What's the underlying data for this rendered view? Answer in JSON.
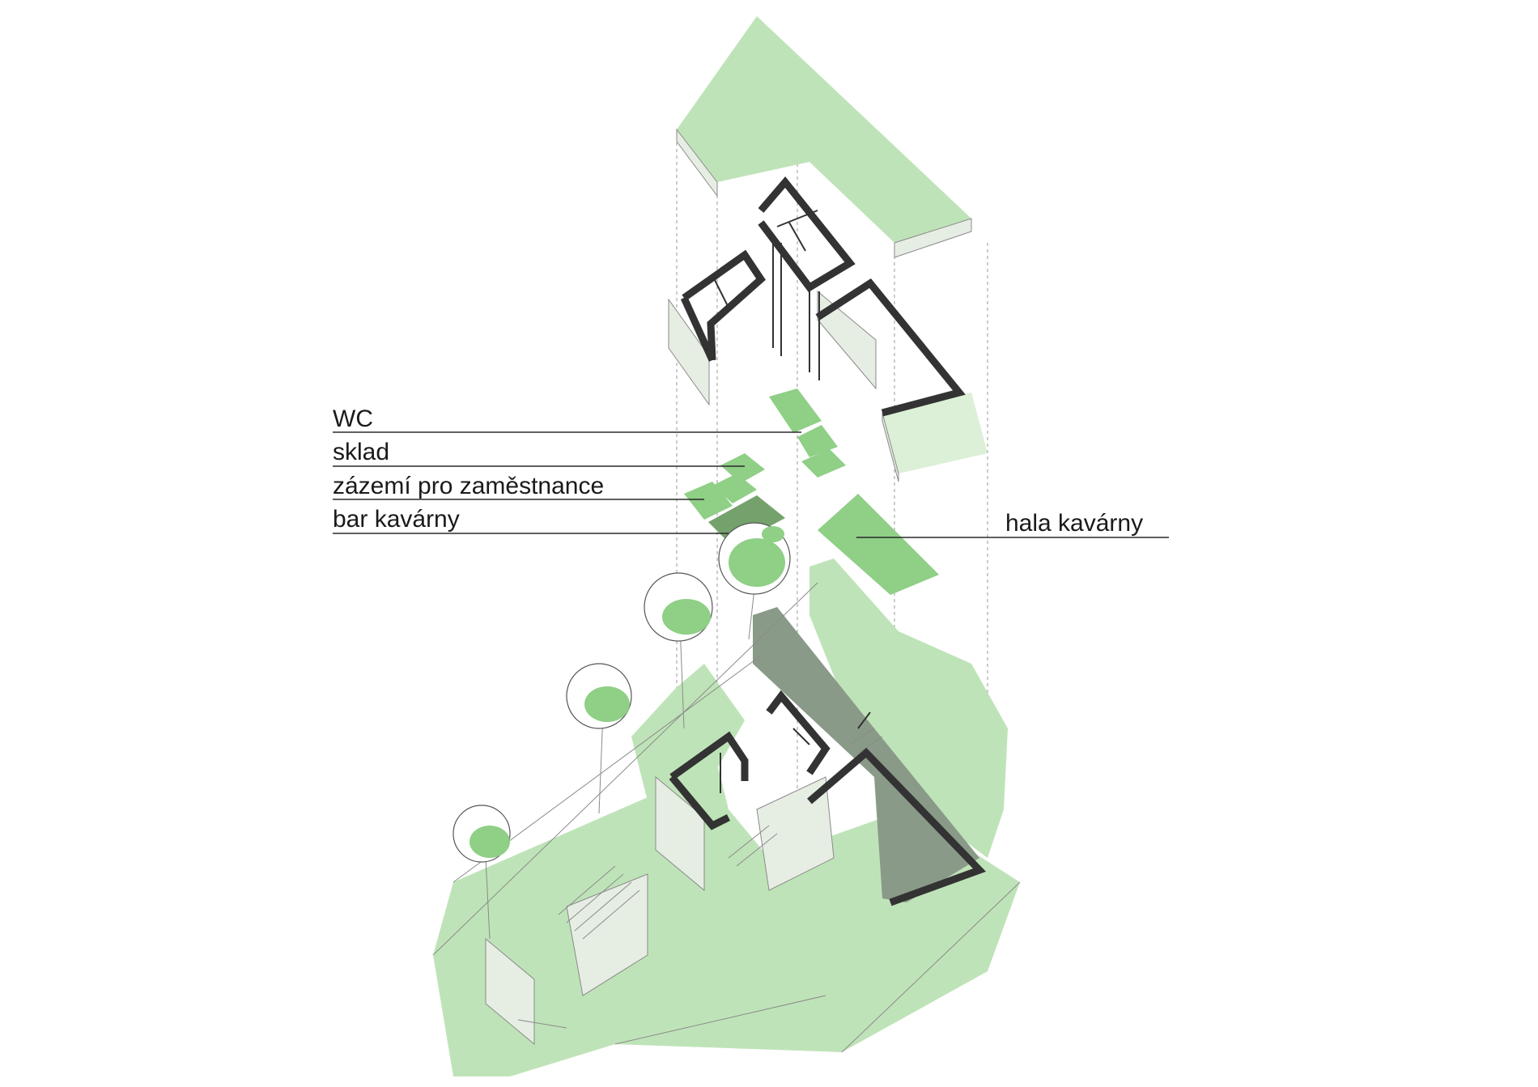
{
  "labels": {
    "wc": "WC",
    "sklad": "sklad",
    "zazemi": "zázemí pro zaměstnance",
    "bar": "bar kavárny",
    "hala": "hala kavárny"
  },
  "colors": {
    "green_light": "#bfe3b8",
    "green_mid": "#8fcf86",
    "green_dark": "#75a26c",
    "wall": "#333333"
  }
}
